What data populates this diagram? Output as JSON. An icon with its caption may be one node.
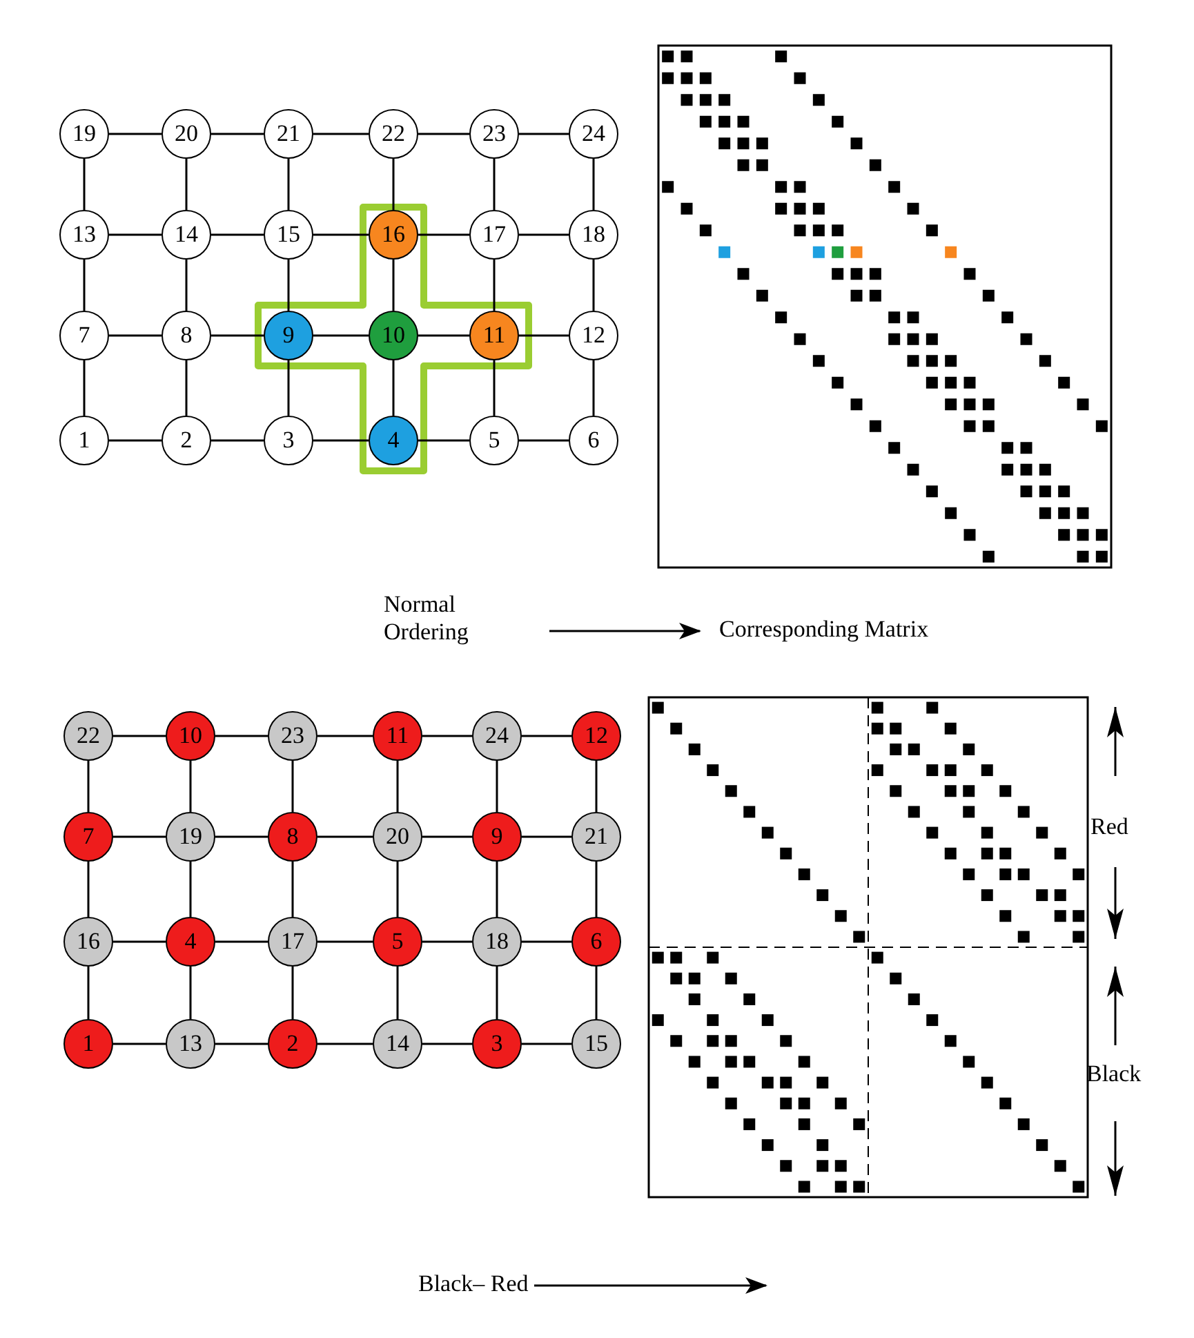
{
  "diagram": {
    "nodes": [
      {
        "text": [
          "19"
        ]
      },
      {
        "text": [
          "20"
        ]
      },
      {
        "text": [
          "21"
        ]
      },
      {
        "text": [
          "22"
        ]
      },
      {
        "text": [
          "23"
        ]
      },
      {
        "text": [
          "24"
        ]
      },
      {
        "text": [
          "13"
        ]
      },
      {
        "text": [
          "14"
        ]
      },
      {
        "text": [
          "15"
        ]
      },
      {
        "text": [
          "16"
        ]
      },
      {
        "text": [
          "17"
        ]
      },
      {
        "text": [
          "18"
        ]
      },
      {
        "text": [
          "7"
        ]
      },
      {
        "text": [
          "8"
        ]
      },
      {
        "text": [
          "9"
        ]
      },
      {
        "text": [
          "10"
        ]
      },
      {
        "text": [
          "11"
        ]
      },
      {
        "text": [
          "12"
        ]
      },
      {
        "text": [
          "1"
        ]
      },
      {
        "text": [
          "2"
        ]
      },
      {
        "text": [
          "3"
        ]
      },
      {
        "text": [
          "4"
        ]
      },
      {
        "text": [
          "5"
        ]
      },
      {
        "text": [
          "6"
        ]
      },
      {
        "text": [
          "Normal Ordering"
        ]
      },
      {
        "text": [
          "Corresponding Matrix"
        ]
      },
      {
        "text": [
          "22"
        ]
      },
      {
        "text": [
          "10"
        ]
      },
      {
        "text": [
          "23"
        ]
      },
      {
        "text": [
          "11"
        ]
      },
      {
        "text": [
          "24"
        ]
      },
      {
        "text": [
          "12"
        ]
      },
      {
        "text": [
          "7"
        ]
      },
      {
        "text": [
          "19"
        ]
      },
      {
        "text": [
          "8"
        ]
      },
      {
        "text": [
          "20"
        ]
      },
      {
        "text": [
          "9"
        ]
      },
      {
        "text": [
          "21"
        ]
      },
      {
        "text": [
          "16"
        ]
      },
      {
        "text": [
          "4"
        ]
      },
      {
        "text": [
          "17"
        ]
      },
      {
        "text": [
          "5"
        ]
      },
      {
        "text": [
          "18"
        ]
      },
      {
        "text": [
          "6"
        ]
      },
      {
        "text": [
          "1"
        ]
      },
      {
        "text": [
          "13"
        ]
      },
      {
        "text": [
          "2"
        ]
      },
      {
        "text": [
          "14"
        ]
      },
      {
        "text": [
          "3"
        ]
      },
      {
        "text": [
          "15"
        ]
      },
      {
        "text": [
          "Black– Red"
        ]
      }
    ],
    "edges": [
      {
        "from": 0,
        "to": 1,
        "arrow": "none"
      },
      {
        "from": 1,
        "to": 2,
        "arrow": "none"
      },
      {
        "from": 2,
        "to": 3,
        "arrow": "none"
      },
      {
        "from": 3,
        "to": 4,
        "arrow": "none"
      },
      {
        "from": 4,
        "to": 5,
        "arrow": "none"
      },
      {
        "from": 6,
        "to": 7,
        "arrow": "none"
      },
      {
        "from": 7,
        "to": 8,
        "arrow": "none"
      },
      {
        "from": 8,
        "to": 9,
        "arrow": "none"
      },
      {
        "from": 9,
        "to": 10,
        "arrow": "none"
      },
      {
        "from": 10,
        "to": 11,
        "arrow": "none"
      },
      {
        "from": 12,
        "to": 13,
        "arrow": "none"
      },
      {
        "from": 13,
        "to": 14,
        "arrow": "none"
      },
      {
        "from": 14,
        "to": 15,
        "arrow": "none"
      },
      {
        "from": 15,
        "to": 16,
        "arrow": "none"
      },
      {
        "from": 16,
        "to": 17,
        "arrow": "none"
      },
      {
        "from": 18,
        "to": 19,
        "arrow": "none"
      },
      {
        "from": 19,
        "to": 20,
        "arrow": "none"
      },
      {
        "from": 20,
        "to": 21,
        "arrow": "none"
      },
      {
        "from": 21,
        "to": 22,
        "arrow": "none"
      },
      {
        "from": 22,
        "to": 23,
        "arrow": "none"
      },
      {
        "from": 0,
        "to": 6,
        "arrow": "none"
      },
      {
        "from": 1,
        "to": 7,
        "arrow": "none"
      },
      {
        "from": 2,
        "to": 8,
        "arrow": "none"
      },
      {
        "from": 3,
        "to": 9,
        "arrow": "none"
      },
      {
        "from": 4,
        "to": 10,
        "arrow": "none"
      },
      {
        "from": 5,
        "to": 11,
        "arrow": "none"
      },
      {
        "from": 6,
        "to": 12,
        "arrow": "none"
      },
      {
        "from": 7,
        "to": 13,
        "arrow": "none"
      },
      {
        "from": 8,
        "to": 14,
        "arrow": "none"
      },
      {
        "from": 9,
        "to": 15,
        "arrow": "none"
      },
      {
        "from": 10,
        "to": 16,
        "arrow": "none"
      },
      {
        "from": 11,
        "to": 17,
        "arrow": "none"
      },
      {
        "from": 12,
        "to": 18,
        "arrow": "none"
      },
      {
        "from": 13,
        "to": 19,
        "arrow": "none"
      },
      {
        "from": 14,
        "to": 20,
        "arrow": "none"
      },
      {
        "from": 15,
        "to": 21,
        "arrow": "none"
      },
      {
        "from": 16,
        "to": 22,
        "arrow": "none"
      },
      {
        "from": 17,
        "to": 23,
        "arrow": "none"
      },
      {
        "from": 24,
        "to": 25,
        "arrow": "to"
      },
      {
        "from": 26,
        "to": 27,
        "arrow": "none"
      },
      {
        "from": 27,
        "to": 28,
        "arrow": "none"
      },
      {
        "from": 28,
        "to": 29,
        "arrow": "none"
      },
      {
        "from": 29,
        "to": 30,
        "arrow": "none"
      },
      {
        "from": 30,
        "to": 31,
        "arrow": "none"
      },
      {
        "from": 32,
        "to": 33,
        "arrow": "none"
      },
      {
        "from": 33,
        "to": 34,
        "arrow": "none"
      },
      {
        "from": 34,
        "to": 35,
        "arrow": "none"
      },
      {
        "from": 35,
        "to": 36,
        "arrow": "none"
      },
      {
        "from": 36,
        "to": 37,
        "arrow": "none"
      },
      {
        "from": 38,
        "to": 39,
        "arrow": "none"
      },
      {
        "from": 39,
        "to": 40,
        "arrow": "none"
      },
      {
        "from": 40,
        "to": 41,
        "arrow": "none"
      },
      {
        "from": 41,
        "to": 42,
        "arrow": "none"
      },
      {
        "from": 42,
        "to": 43,
        "arrow": "none"
      },
      {
        "from": 44,
        "to": 45,
        "arrow": "none"
      },
      {
        "from": 45,
        "to": 46,
        "arrow": "none"
      },
      {
        "from": 46,
        "to": 47,
        "arrow": "none"
      },
      {
        "from": 47,
        "to": 48,
        "arrow": "none"
      },
      {
        "from": 48,
        "to": 49,
        "arrow": "none"
      },
      {
        "from": 26,
        "to": 32,
        "arrow": "none"
      },
      {
        "from": 27,
        "to": 33,
        "arrow": "none"
      },
      {
        "from": 28,
        "to": 34,
        "arrow": "none"
      },
      {
        "from": 29,
        "to": 35,
        "arrow": "none"
      },
      {
        "from": 30,
        "to": 36,
        "arrow": "none"
      },
      {
        "from": 31,
        "to": 37,
        "arrow": "none"
      },
      {
        "from": 32,
        "to": 38,
        "arrow": "none"
      },
      {
        "from": 33,
        "to": 39,
        "arrow": "none"
      },
      {
        "from": 34,
        "to": 40,
        "arrow": "none"
      },
      {
        "from": 35,
        "to": 41,
        "arrow": "none"
      },
      {
        "from": 36,
        "to": 42,
        "arrow": "none"
      },
      {
        "from": 37,
        "to": 43,
        "arrow": "none"
      },
      {
        "from": 38,
        "to": 44,
        "arrow": "none"
      },
      {
        "from": 39,
        "to": 45,
        "arrow": "none"
      },
      {
        "from": 40,
        "to": 46,
        "arrow": "none"
      },
      {
        "from": 41,
        "to": 47,
        "arrow": "none"
      },
      {
        "from": 42,
        "to": 48,
        "arrow": "none"
      },
      {
        "from": 43,
        "to": 49,
        "arrow": "none"
      },
      {
        "from": 50,
        "to": null,
        "arrow": "to"
      }
    ],
    "labels": [
      "Red",
      "Black"
    ]
  }
}
